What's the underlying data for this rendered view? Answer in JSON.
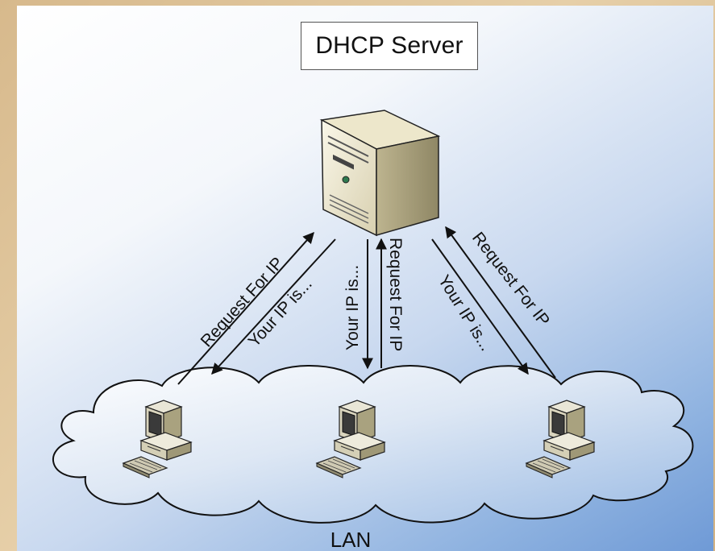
{
  "server": {
    "title": "DHCP Server"
  },
  "network": {
    "label": "LAN"
  },
  "messages": {
    "request": "Request For IP",
    "response": "Your IP is..."
  },
  "colors": {
    "frame": "#d7b98c",
    "panel_light": "#ffffff",
    "panel_dark": "#6f9ad6",
    "line": "#111111"
  },
  "icons": [
    "server-tower-icon",
    "desktop-computer-icon",
    "cloud-icon",
    "arrow-icon"
  ]
}
